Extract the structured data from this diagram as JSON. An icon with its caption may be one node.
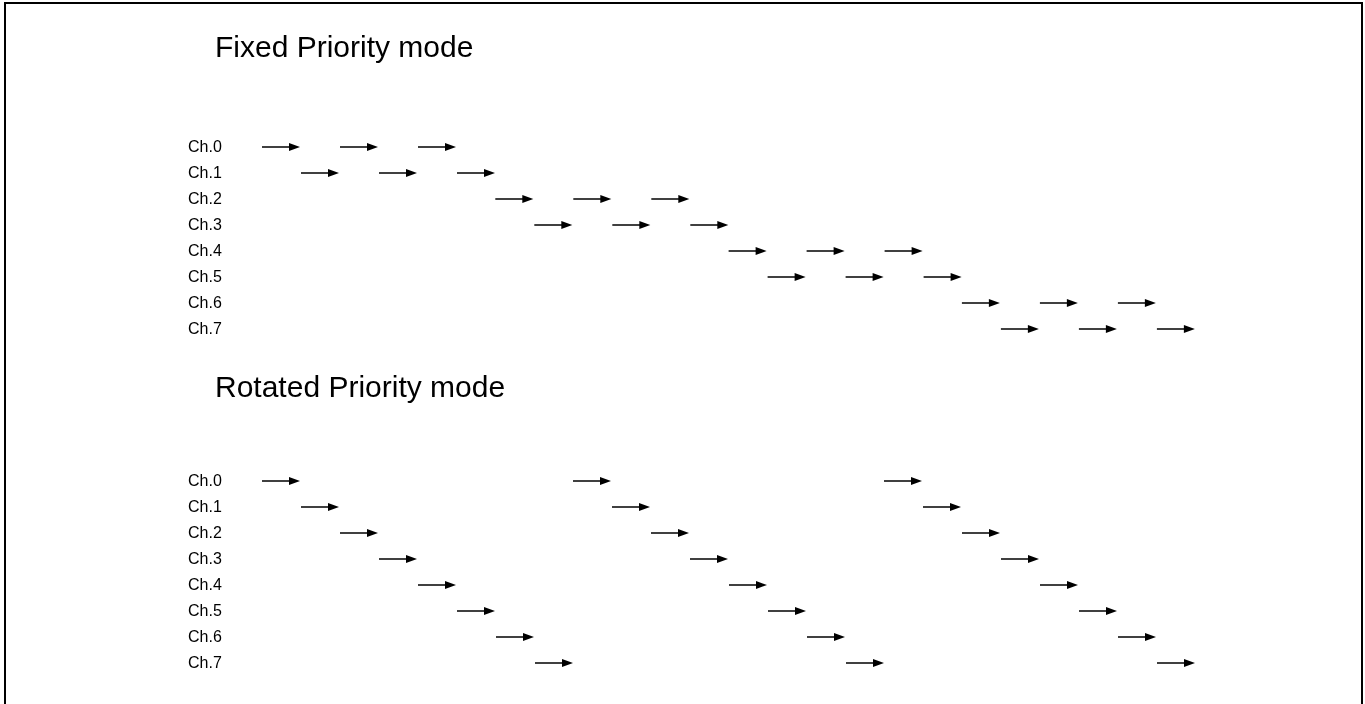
{
  "diagram": {
    "labels": [
      "Fixed Priority mode",
      "Ch.0",
      "Ch.1",
      "Ch.2",
      "Ch.3",
      "Ch.4",
      "Ch.5",
      "Ch.6",
      "Ch.7",
      "Rotated Priority mode",
      "Ch.0",
      "Ch.1",
      "Ch.2",
      "Ch.3",
      "Ch.4",
      "Ch.5",
      "Ch.6",
      "Ch.7"
    ]
  }
}
